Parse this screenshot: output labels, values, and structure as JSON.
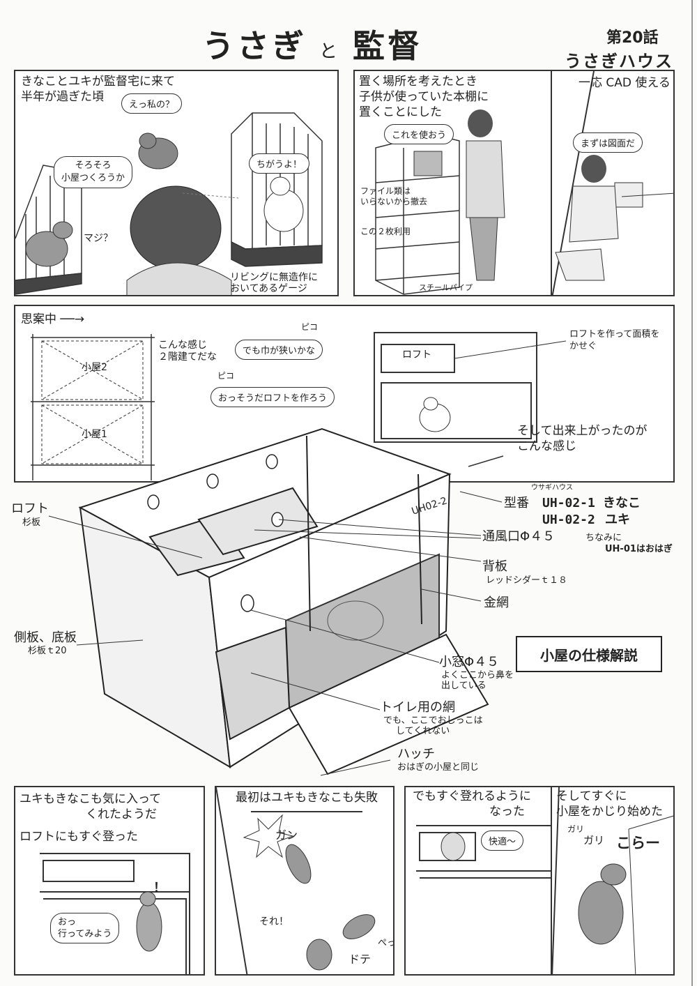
{
  "header": {
    "title_part1": "うさぎ",
    "title_and": "と",
    "title_part2": "監督",
    "episode_no": "第20話",
    "episode_title": "うさぎハウス"
  },
  "panel1": {
    "narration": [
      "きなことユキが監督宅に来て",
      "半年が過ぎた頃"
    ],
    "bubble_rabbit": "えっ私の？",
    "bubble_man": [
      "そろそろ",
      "小屋つくろうか"
    ],
    "bubble_cage_rabbit": "ちがうよ！",
    "bubble_left_rabbit": "マジ？",
    "caption": [
      "リビングに無造作に",
      "おいてあるゲージ"
    ]
  },
  "panel2": {
    "narration": [
      "置く場所を考えたとき",
      "子供が使っていた本棚に",
      "置くことにした"
    ],
    "bubble": "これを使おう",
    "note1": [
      "ファイル類は",
      "いらないから撤去"
    ],
    "note2": "この２枚利用",
    "note3": "スチールパイプ"
  },
  "panel3": {
    "narration": "一応 CAD 使える",
    "bubble": "まずは図面だ"
  },
  "panel4": {
    "heading": "思案中 ──→",
    "box_upper": "小屋2",
    "box_lower": "小屋1",
    "thought": [
      "こんな感じ",
      "２階建てだな"
    ],
    "sfx1": "ピコ",
    "bubble1": "でも巾が狭いかな",
    "sfx2": "ピコ",
    "bubble2": "おっそうだロフトを作ろう",
    "loft_note": [
      "ロフトを作って面積を",
      "かせぐ"
    ],
    "loft_label": "ロフト",
    "result": [
      "そして出来上がったのが",
      "こんな感じ"
    ]
  },
  "diagram": {
    "model_ruby": "ウサギハウス",
    "model_label": "型番",
    "model_1": "UH-02-1",
    "model_1_name": "きなこ",
    "model_2": "UH-02-2",
    "model_2_name": "ユキ",
    "model_note1": "ちなみに",
    "model_note2": "UH-01はおはぎ",
    "tag_on_box": "UH02-2",
    "loft": "ロフト",
    "loft_sub": "杉板",
    "vent": "通風口Φ４５",
    "backboard": "背板",
    "backboard_sub": "レッドシダーｔ１８",
    "mesh": "金網",
    "side": "側板、底板",
    "side_sub": "杉板ｔ20",
    "spec_title": "小屋の仕様解説",
    "window": "小窓Φ４５",
    "window_sub": [
      "よくここから鼻を",
      "出している"
    ],
    "toilet": "トイレ用の網",
    "toilet_sub": [
      "でも、ここでおしっこは",
      "してくれない"
    ],
    "hatch": "ハッチ",
    "hatch_sub": "おはぎの小屋と同じ"
  },
  "panel5": {
    "narration": [
      "ユキもきなこも気に入って",
      "くれたようだ",
      "ロフトにもすぐ登った"
    ],
    "bubble": [
      "おっ",
      "行ってみよう"
    ],
    "sfx": "！"
  },
  "panel6": {
    "narration": "最初はユキもきなこも失敗",
    "sfx_gan": "ガン",
    "bubble": "それ！",
    "sfx_dote": "ドテ",
    "sfx_peh": "ぺっ"
  },
  "panel7": {
    "narration": [
      "でもすぐ登れるように",
      "なった"
    ],
    "bubble": "快適〜"
  },
  "panel8": {
    "narration": [
      "そしてすぐに",
      "小屋をかじり始めた"
    ],
    "sfx1": "ガリ",
    "sfx2": "ガリ",
    "shout": "こらー"
  }
}
